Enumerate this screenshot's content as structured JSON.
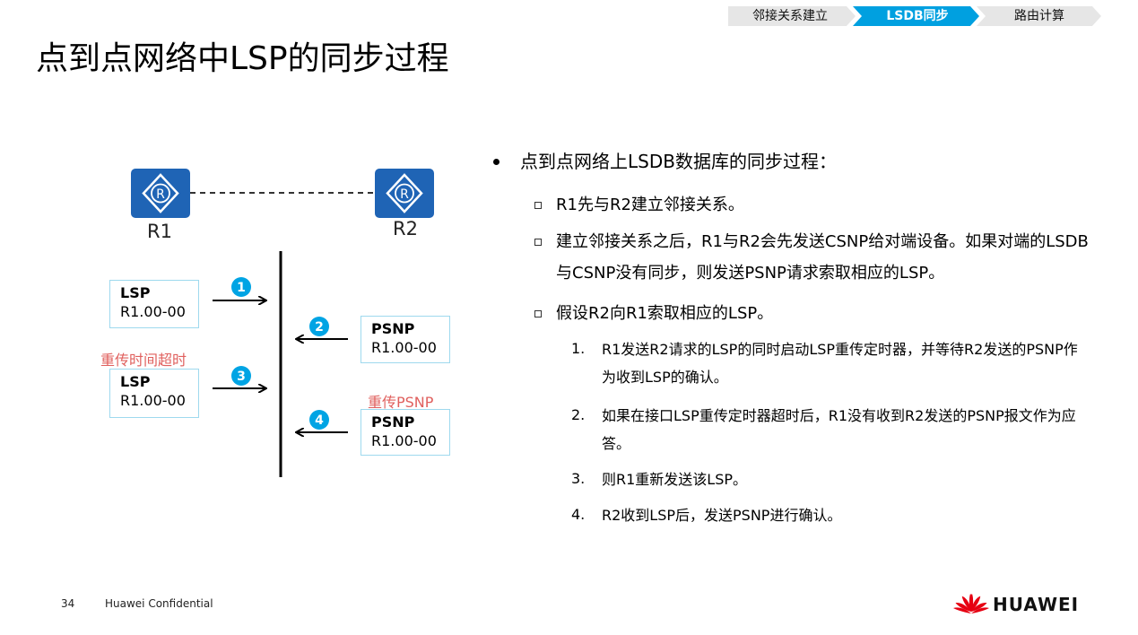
{
  "breadcrumb": {
    "items": [
      {
        "label": "邻接关系建立",
        "active": false
      },
      {
        "label": "LSDB同步",
        "active": true
      },
      {
        "label": "路由计算",
        "active": false
      }
    ],
    "active_color": "#00a0e0",
    "inactive_color": "#e6e6e6"
  },
  "title": "点到点网络中LSP的同步过程",
  "diagram": {
    "routers": [
      {
        "label": "R1",
        "icon": "router-icon"
      },
      {
        "label": "R2",
        "icon": "router-icon"
      }
    ],
    "messages": [
      {
        "step": "1",
        "type": "LSP",
        "id": "R1.00-00",
        "direction": "R1 to R2"
      },
      {
        "step": "2",
        "type": "PSNP",
        "id": "R1.00-00",
        "direction": "R2 to R1"
      },
      {
        "step": "3",
        "type": "LSP",
        "id": "R1.00-00",
        "direction": "R1 to R2"
      },
      {
        "step": "4",
        "type": "PSNP",
        "id": "R1.00-00",
        "direction": "R2 to R1"
      }
    ],
    "notes": {
      "retransmit_timeout": "重传时间超时",
      "retransmit_psnp": "重传PSNP"
    },
    "colors": {
      "router": "#1f64b5",
      "step_circle": "#00a4e4",
      "box_border": "#9ed9ee",
      "note": "#e0605e"
    }
  },
  "content": {
    "heading": "点到点网络上LSDB数据库的同步过程：",
    "items": [
      "R1先与R2建立邻接关系。",
      "建立邻接关系之后，R1与R2会先发送CSNP给对端设备。如果对端的LSDB与CSNP没有同步，则发送PSNP请求索取相应的LSP。",
      "假设R2向R1索取相应的LSP。"
    ],
    "steps": [
      {
        "num": "1.",
        "text": "R1发送R2请求的LSP的同时启动LSP重传定时器，并等待R2发送的PSNP作为收到LSP的确认。"
      },
      {
        "num": "2.",
        "text": "如果在接口LSP重传定时器超时后，R1没有收到R2发送的PSNP报文作为应答。"
      },
      {
        "num": "3.",
        "text": "则R1重新发送该LSP。"
      },
      {
        "num": "4.",
        "text": "R2收到LSP后，发送PSNP进行确认。"
      }
    ]
  },
  "footer": {
    "page_number": "34",
    "confidential": "Huawei Confidential",
    "brand": "HUAWEI",
    "brand_color": "#e60012"
  }
}
